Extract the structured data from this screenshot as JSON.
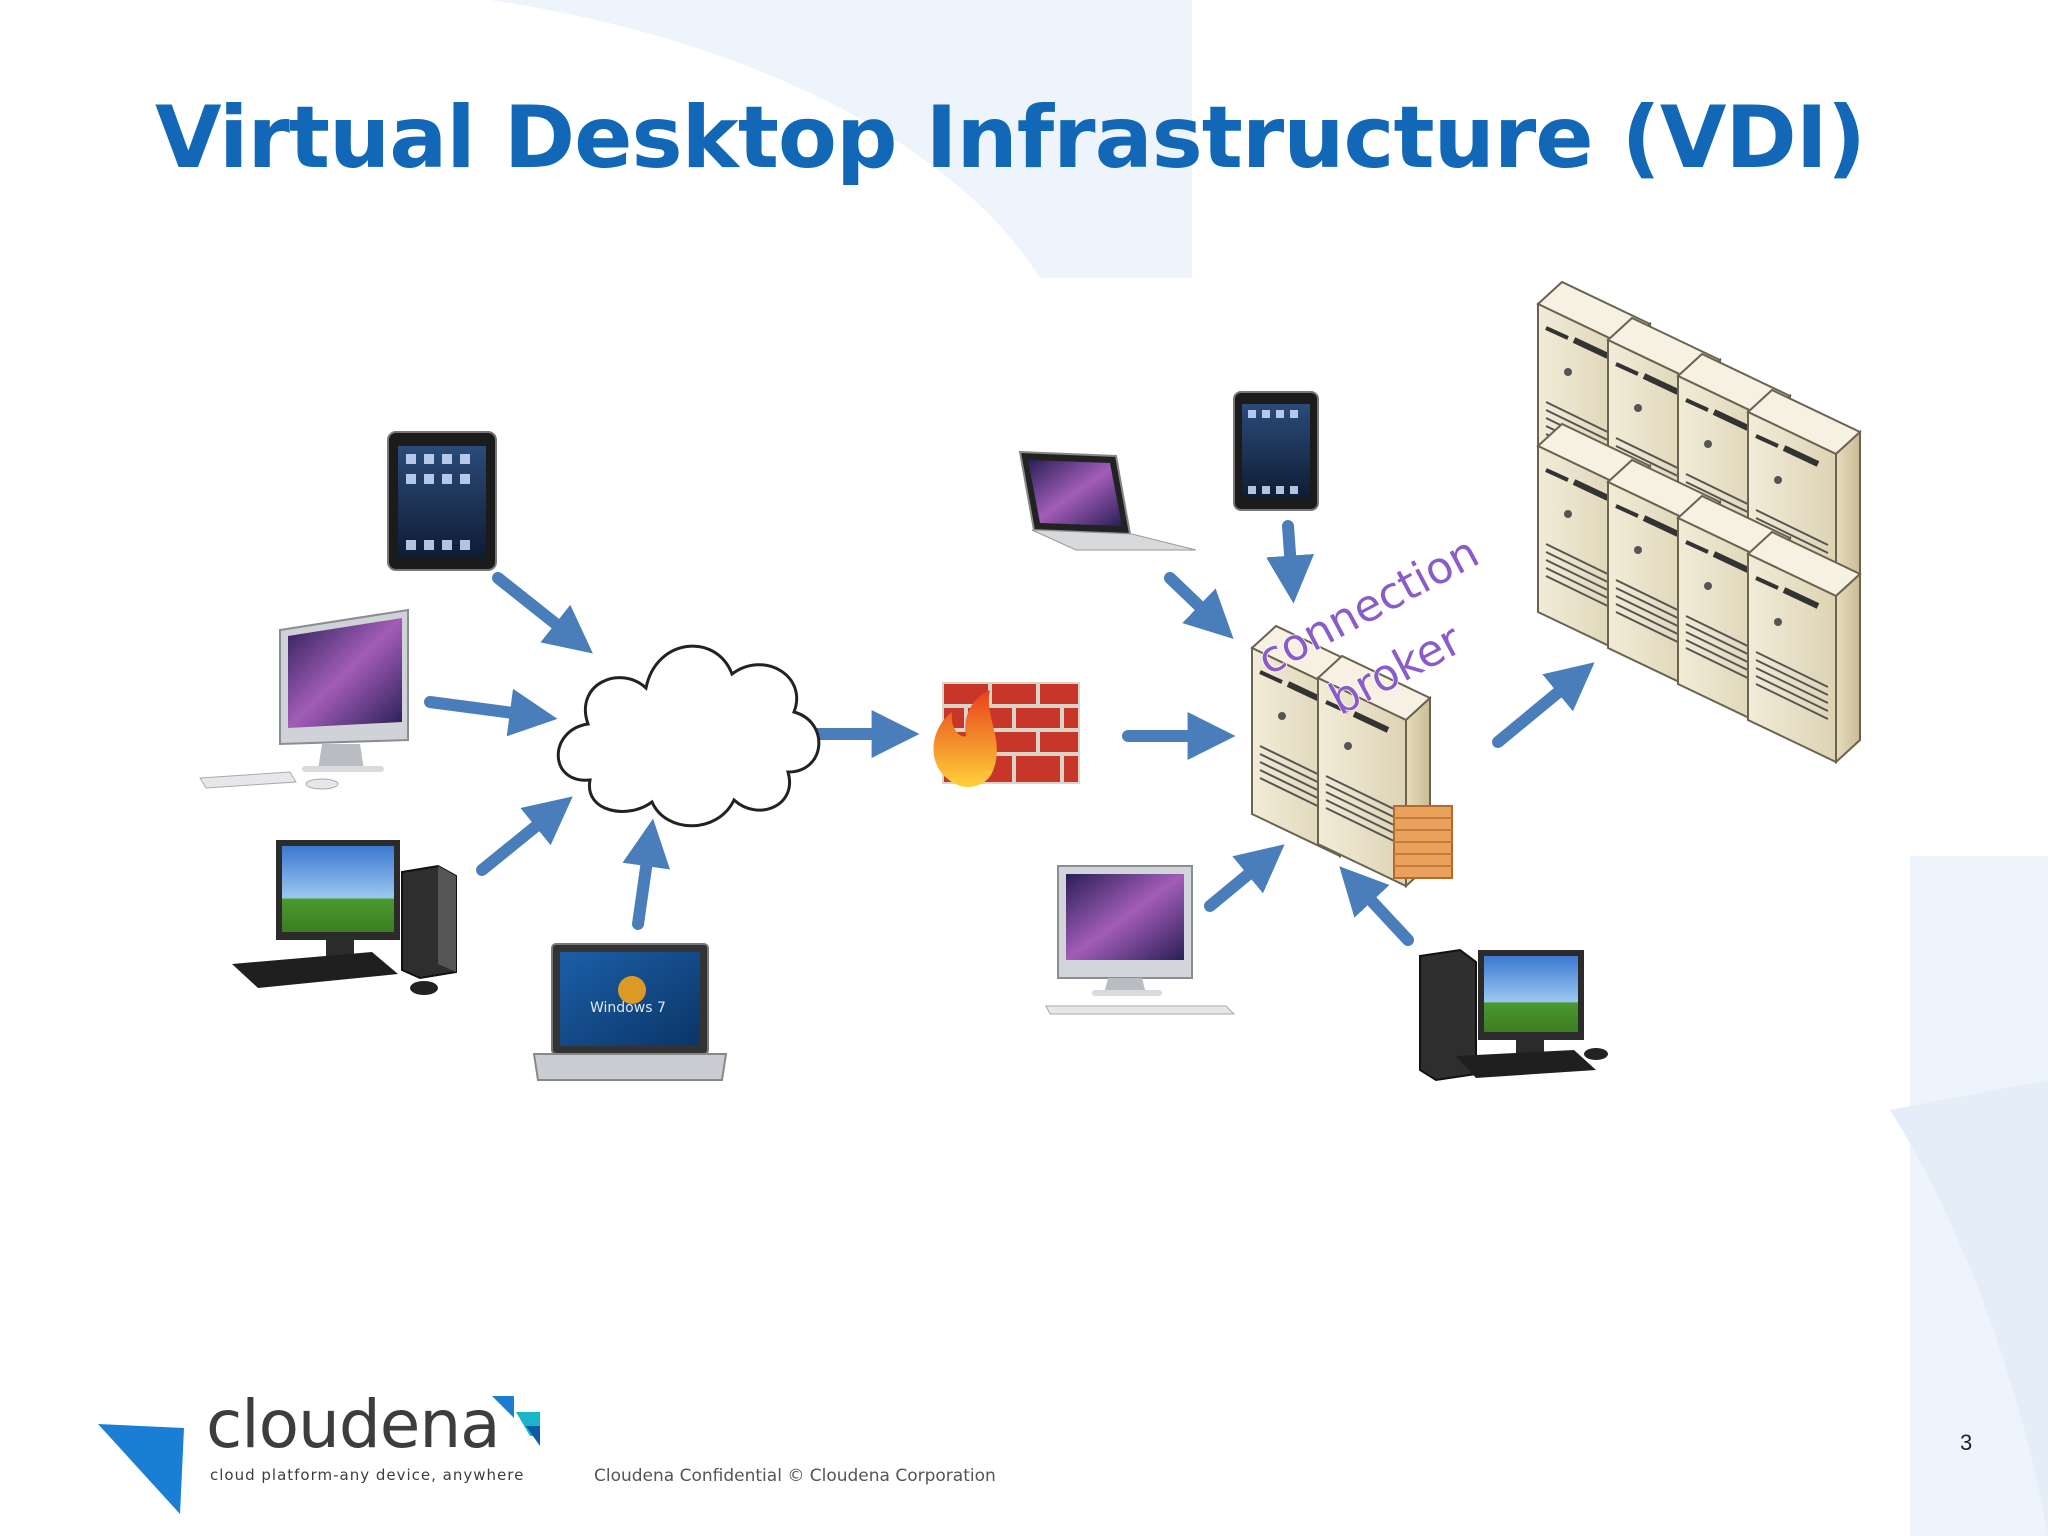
{
  "slide": {
    "title": "Virtual Desktop Infrastructure (VDI)",
    "page_number": "3"
  },
  "diagram": {
    "broker_label_line1": "connection",
    "broker_label_line2": "broker"
  },
  "footer": {
    "logo_text": "cloudena",
    "logo_tagline": "cloud platform-any device, anywhere",
    "confidential": "Cloudena Confidential © Cloudena Corporation"
  },
  "colors": {
    "title": "#1268b6",
    "arrow": "#4a7ebb",
    "broker_label": "#8a5cc8",
    "background_shape": "#eef4fb",
    "firewall_brick": "#c8362a",
    "server_body": "#efe8d2"
  },
  "icons": [
    "tablet-icon",
    "desktop-computer-icon",
    "pc-tower-icon",
    "laptop-icon",
    "cloud-icon",
    "firewall-icon",
    "server-icon"
  ]
}
